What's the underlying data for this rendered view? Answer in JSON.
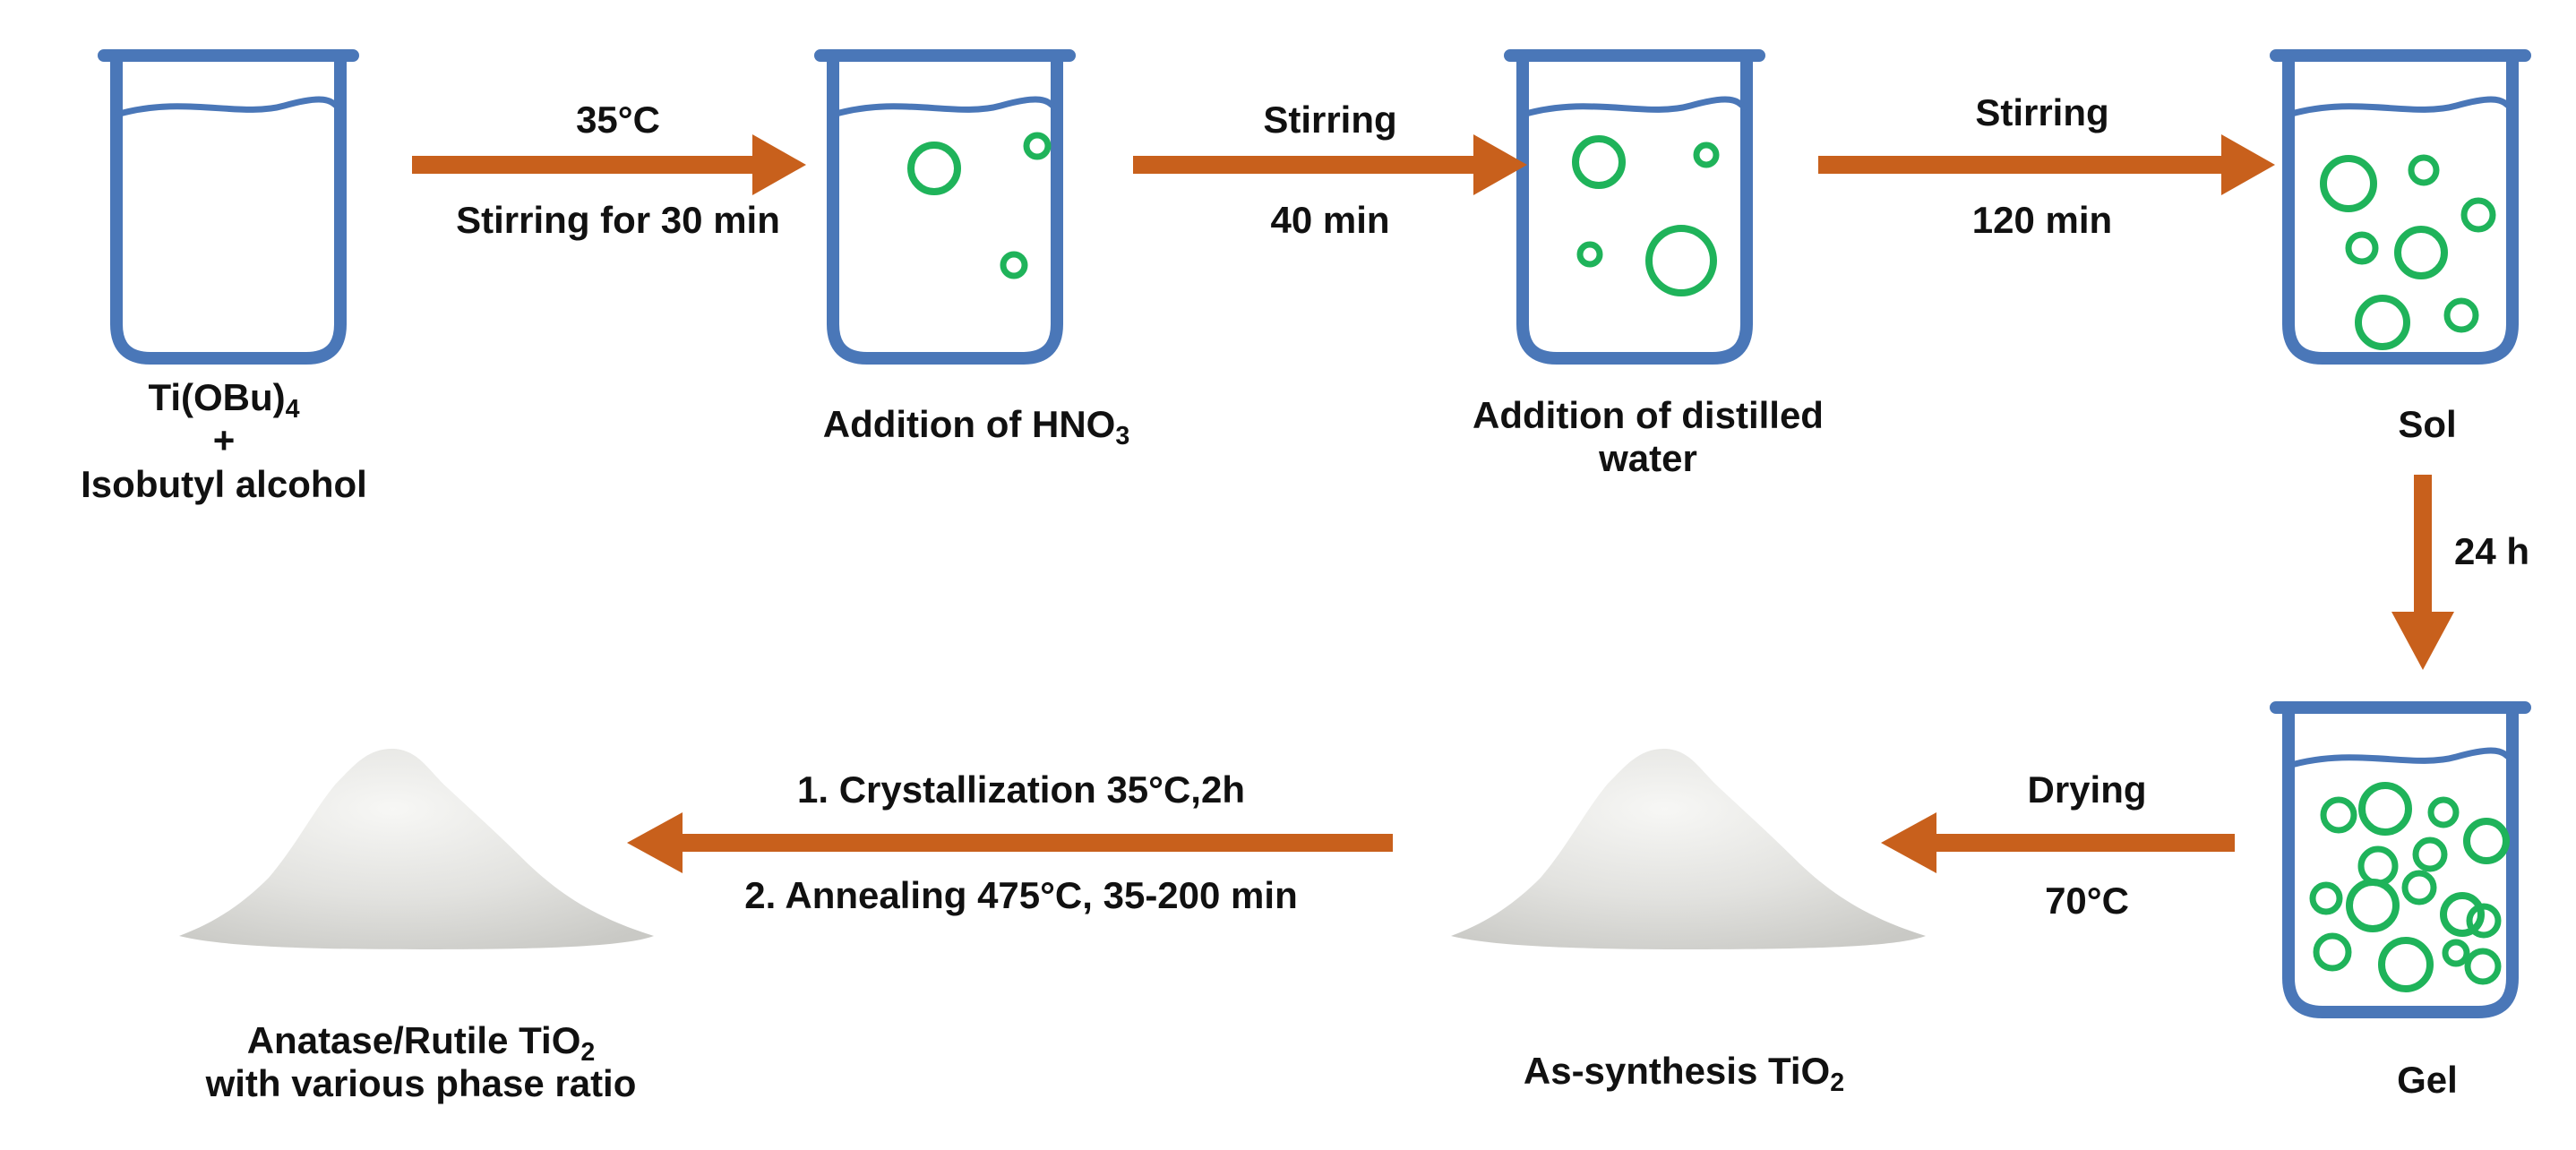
{
  "colors": {
    "beaker": "#4a77b8",
    "bubble": "#1fb35a",
    "arrow": "#c8601c",
    "powder": "#e6e6e3",
    "text": "#111111"
  },
  "beakers": {
    "start": {
      "line1": "Ti(OBu)",
      "line1_sub": "4",
      "line2": "+",
      "line3": "Isobutyl  alcohol"
    },
    "hno3": {
      "text": "Addition  of  HNO",
      "sub": "3"
    },
    "water": {
      "line1": "Addition  of  distilled",
      "line2": "water"
    },
    "sol": {
      "text": "Sol"
    },
    "gel": {
      "text": "Gel"
    }
  },
  "powders": {
    "as_synthesis": {
      "text": "As-synthesis  TiO",
      "sub": "2"
    },
    "final": {
      "line1": "Anatase/Rutile  TiO",
      "line1_sub": "2",
      "line2": "with  various  phase ratio"
    }
  },
  "arrows": {
    "a1": {
      "top": "35°C",
      "bottom": "Stirring for 30 min"
    },
    "a2": {
      "top": "Stirring",
      "bottom": "40 min"
    },
    "a3": {
      "top": "Stirring",
      "bottom": "120 min"
    },
    "a4": {
      "side": "24 h"
    },
    "a5": {
      "top": "Drying",
      "bottom": "70°C"
    },
    "a6": {
      "top": "1. Crystallization 35°C,2h",
      "bottom": "2. Annealing 475°C, 35-200 min"
    }
  }
}
